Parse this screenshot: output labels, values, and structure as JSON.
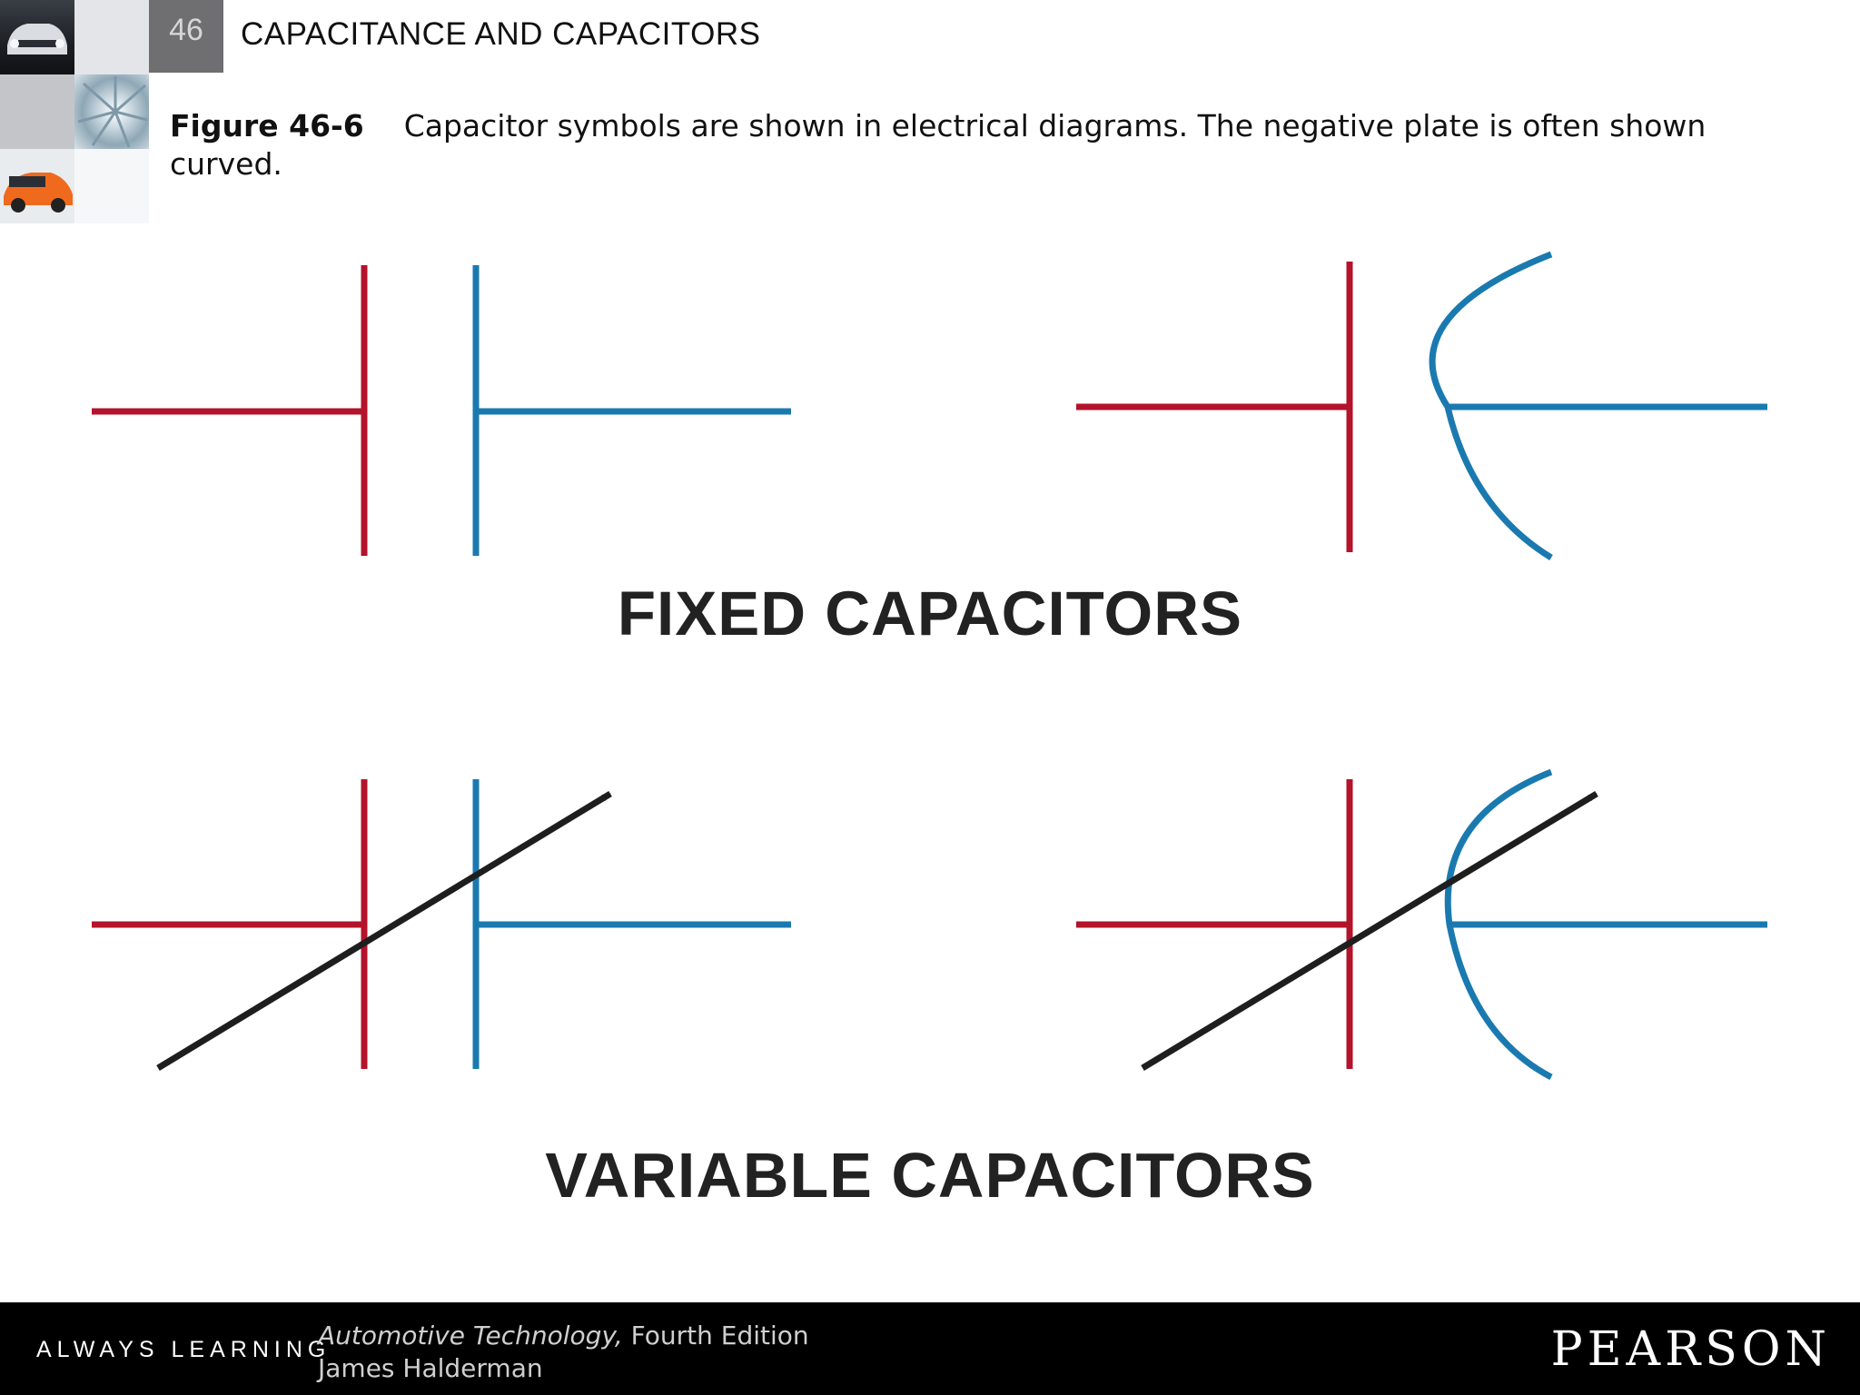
{
  "header": {
    "chapter_number": "46",
    "chapter_title": "CAPACITANCE AND CAPACITORS"
  },
  "caption": {
    "figure_label": "Figure 46-6",
    "text": "Capacitor symbols are shown in electrical diagrams. The negative plate is often shown curved."
  },
  "diagram": {
    "fixed_label": "FIXED CAPACITORS",
    "variable_label": "VARIABLE CAPACITORS",
    "colors": {
      "positive_plate": "#b3132b",
      "negative_plate": "#1a7ab0",
      "arrow": "#1e1e1e"
    },
    "symbols": [
      {
        "name": "fixed-capacitor-straight",
        "negative_plate": "straight",
        "variable": false
      },
      {
        "name": "fixed-capacitor-curved",
        "negative_plate": "curved",
        "variable": false
      },
      {
        "name": "variable-capacitor-straight",
        "negative_plate": "straight",
        "variable": true
      },
      {
        "name": "variable-capacitor-curved",
        "negative_plate": "curved",
        "variable": true
      }
    ]
  },
  "footer": {
    "tagline": "ALWAYS LEARNING",
    "book_title": "Automotive Technology,",
    "edition": "Fourth Edition",
    "author": "James Halderman",
    "publisher": "PEARSON"
  }
}
